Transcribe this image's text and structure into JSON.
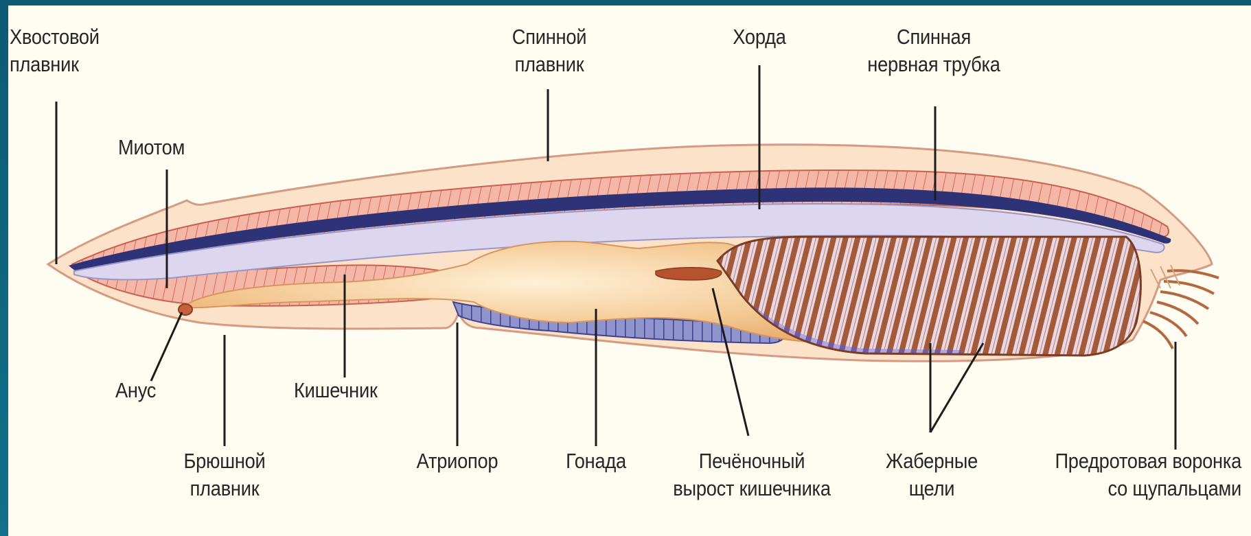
{
  "labels": {
    "caudal_fin": {
      "line1": "Хвостовой",
      "line2": "плавник"
    },
    "dorsal_fin": {
      "line1": "Спинной",
      "line2": "плавник"
    },
    "notochord": "Хорда",
    "nerve_tube": {
      "line1": "Спинная",
      "line2": "нервная трубка"
    },
    "myotome": "Миотом",
    "anus": "Анус",
    "intestine": "Кишечник",
    "ventral_fin": {
      "line1": "Брюшной",
      "line2": "плавник"
    },
    "atriopore": "Атриопор",
    "gonad": "Гонада",
    "liver": {
      "line1": "Печёночный",
      "line2": "вырост кишечника"
    },
    "gill_slits": {
      "line1": "Жаберные",
      "line2": "щели"
    },
    "oral_funnel": {
      "line1": "Предротовая воронка",
      "line2": "со щупальцами"
    }
  },
  "colors": {
    "frame": "#0f5f78",
    "background": "#fffdf1",
    "muscle": "#f3b3a4",
    "muscle_lines": "#d96a5c",
    "nerve_tube": "#33367a",
    "notochord": "#d8d2ea",
    "intestine": "#f3c896",
    "gills": "#a15a3c",
    "gonad": "#4a4f96"
  }
}
